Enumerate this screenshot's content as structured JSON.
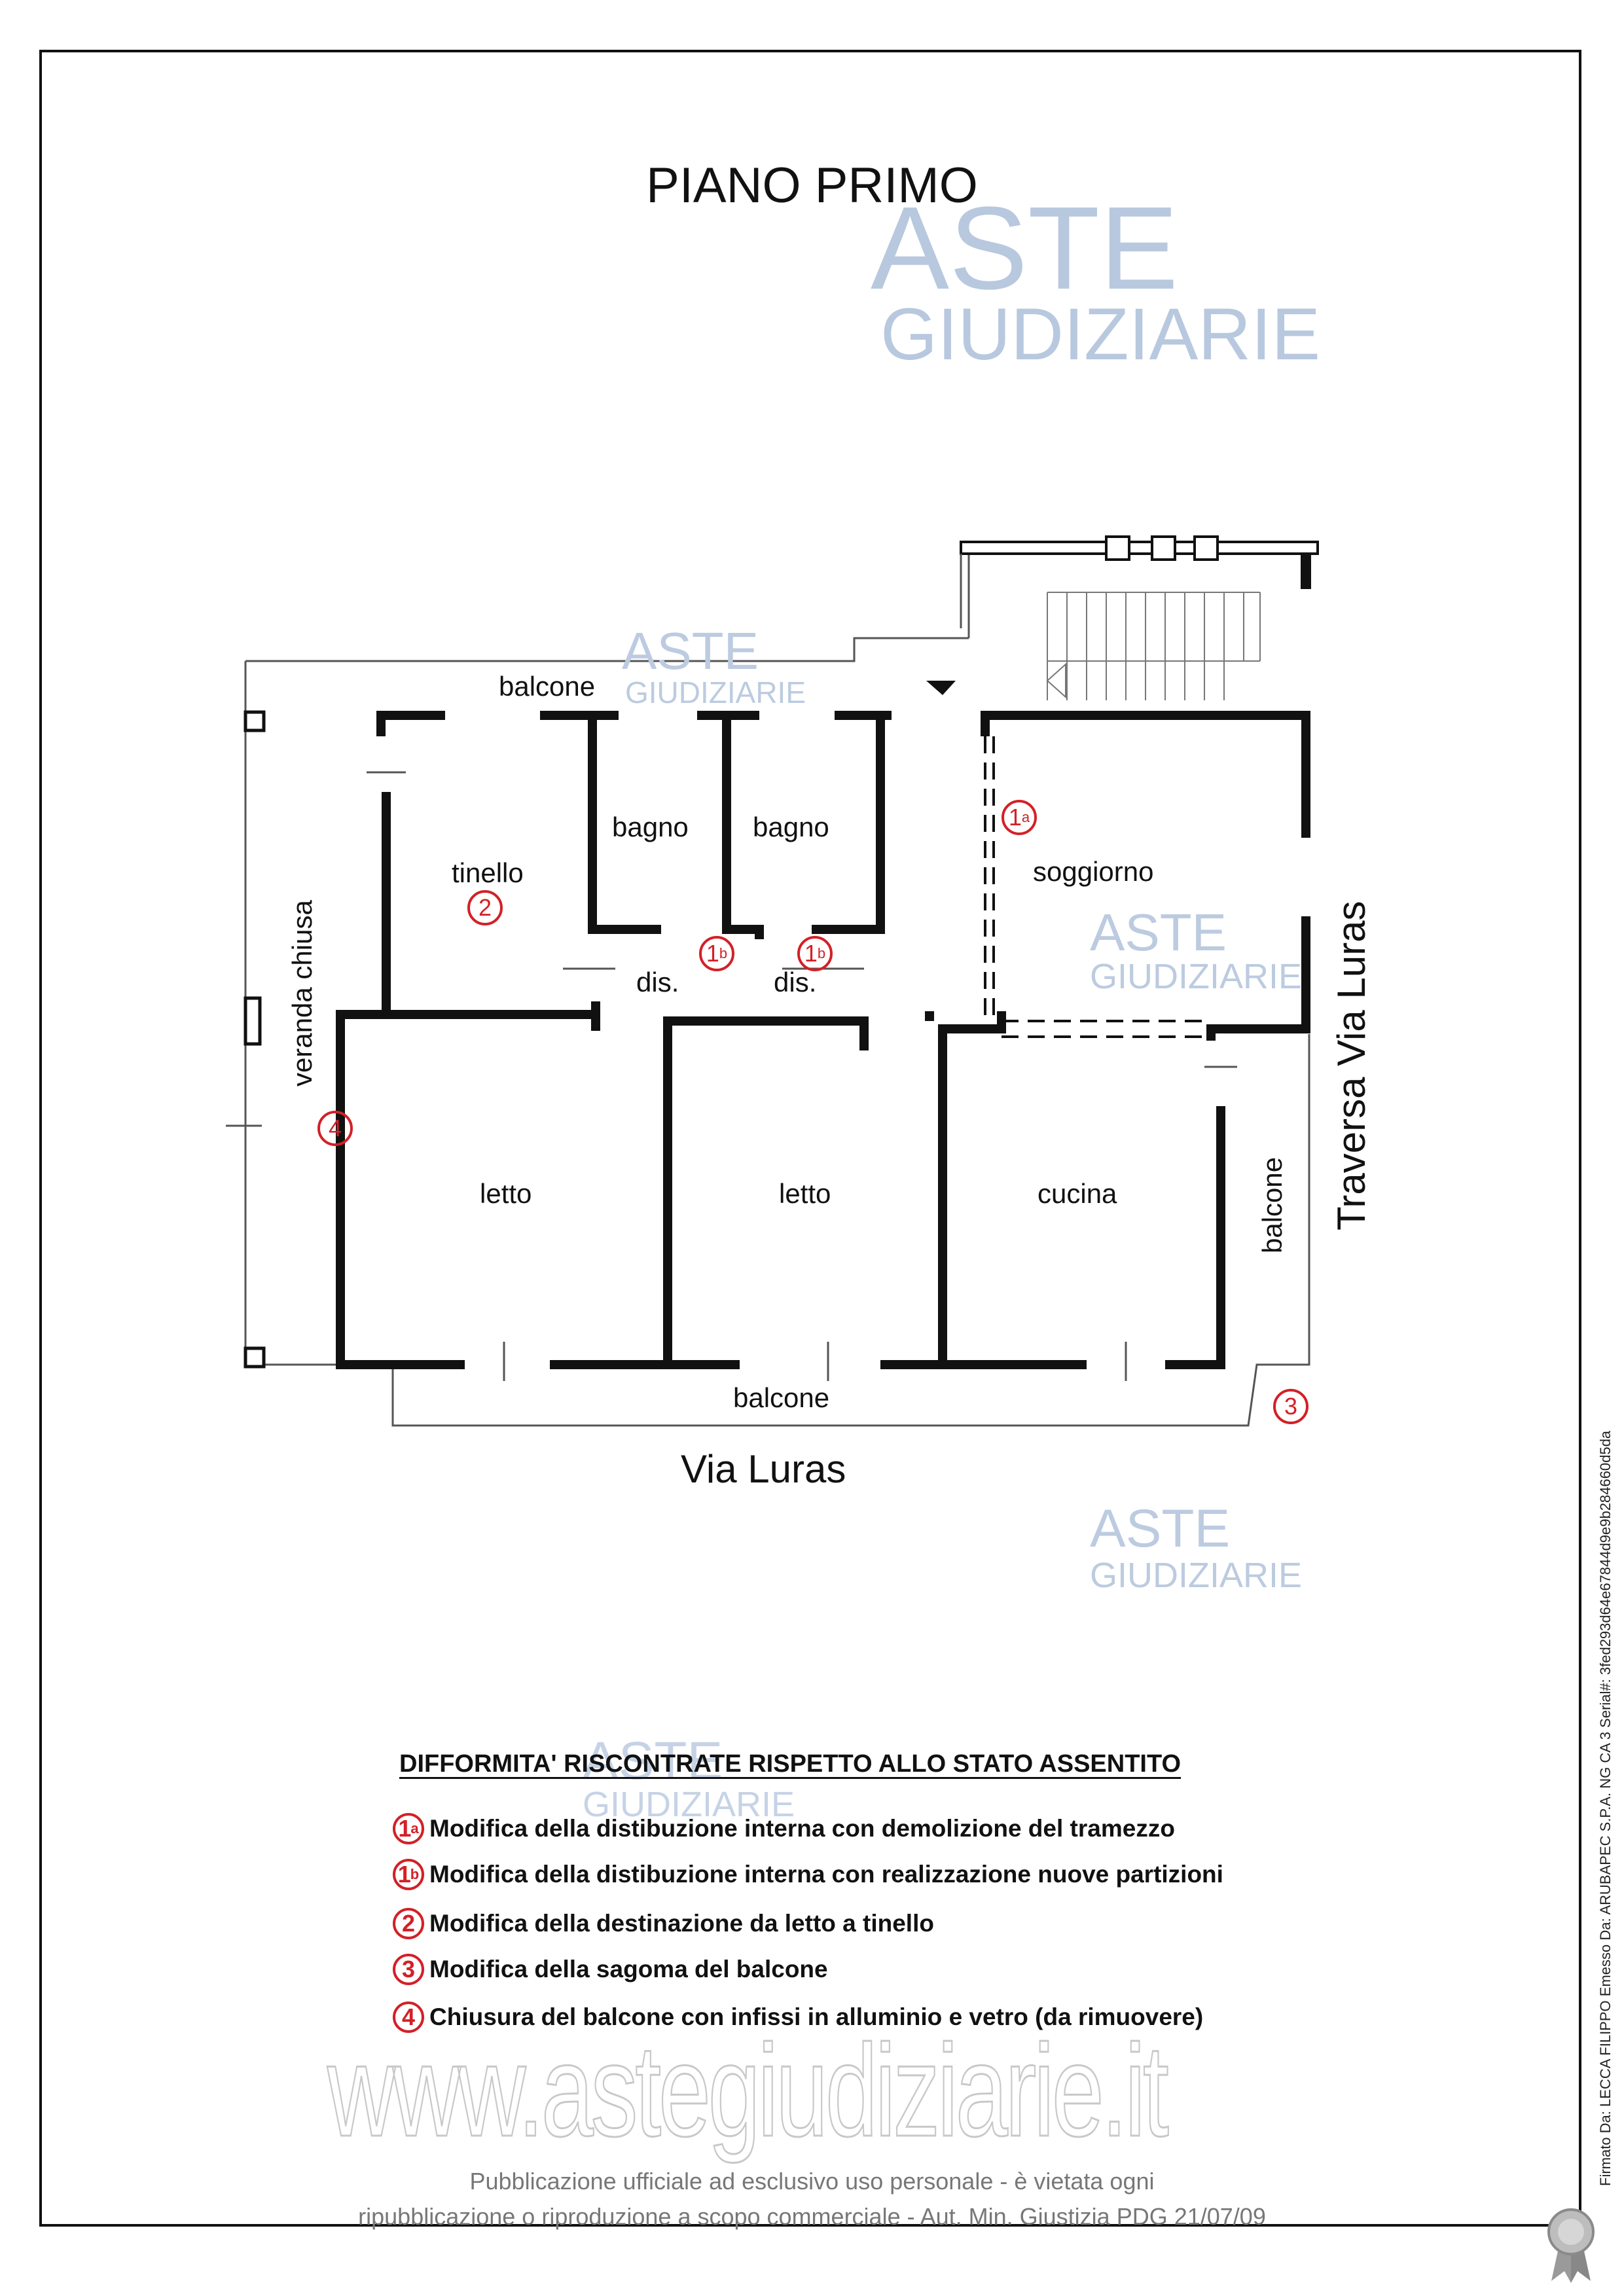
{
  "title": "PIANO PRIMO",
  "watermark": {
    "brand_line1": "ASTE",
    "brand_line2": "GIUDIZIARIE",
    "url": "www.astegiudiziarie.it"
  },
  "streets": {
    "bottom": "Via Luras",
    "right": "Traversa Via Luras"
  },
  "rooms": {
    "balcone_top": "balcone",
    "bagno_1": "bagno",
    "bagno_2": "bagno",
    "tinello": "tinello",
    "soggiorno": "soggiorno",
    "dis_1": "dis.",
    "dis_2": "dis.",
    "veranda": "veranda chiusa",
    "letto_1": "letto",
    "letto_2": "letto",
    "cucina": "cucina",
    "balcone_right": "balcone",
    "balcone_bottom": "balcone"
  },
  "markers": {
    "m1a": {
      "num": "1",
      "sub": "a"
    },
    "m1b": {
      "num": "1",
      "sub": "b"
    },
    "m2": {
      "num": "2",
      "sub": ""
    },
    "m3": {
      "num": "3",
      "sub": ""
    },
    "m4": {
      "num": "4",
      "sub": ""
    }
  },
  "legend": {
    "title": "DIFFORMITA' RISCONTRATE RISPETTO ALLO STATO ASSENTITO",
    "items": [
      {
        "num": "1",
        "sub": "a",
        "text": "Modifica della distibuzione interna con demolizione del tramezzo"
      },
      {
        "num": "1",
        "sub": "b",
        "text": "Modifica della distibuzione interna con realizzazione nuove partizioni"
      },
      {
        "num": "2",
        "sub": "",
        "text": "Modifica della destinazione da letto a tinello"
      },
      {
        "num": "3",
        "sub": "",
        "text": "Modifica della sagoma del balcone"
      },
      {
        "num": "4",
        "sub": "",
        "text": "Chiusura del balcone con infissi in alluminio e vetro (da rimuovere)"
      }
    ]
  },
  "footer": {
    "line1": "Pubblicazione ufficiale ad esclusivo uso personale - è vietata ogni",
    "line2": "ripubblicazione o riproduzione a scopo commerciale - Aut. Min. Giustizia PDG 21/07/09"
  },
  "signature": "Firmato Da: LECCA FILIPPO Emesso Da: ARUBAPEC S.P.A. NG CA 3 Serial#: 3fed293d64e67844d9e9b284660d5da",
  "colors": {
    "accent_red": "#d32027",
    "wall": "#111111",
    "watermark_blue": "#9fb4d1"
  }
}
